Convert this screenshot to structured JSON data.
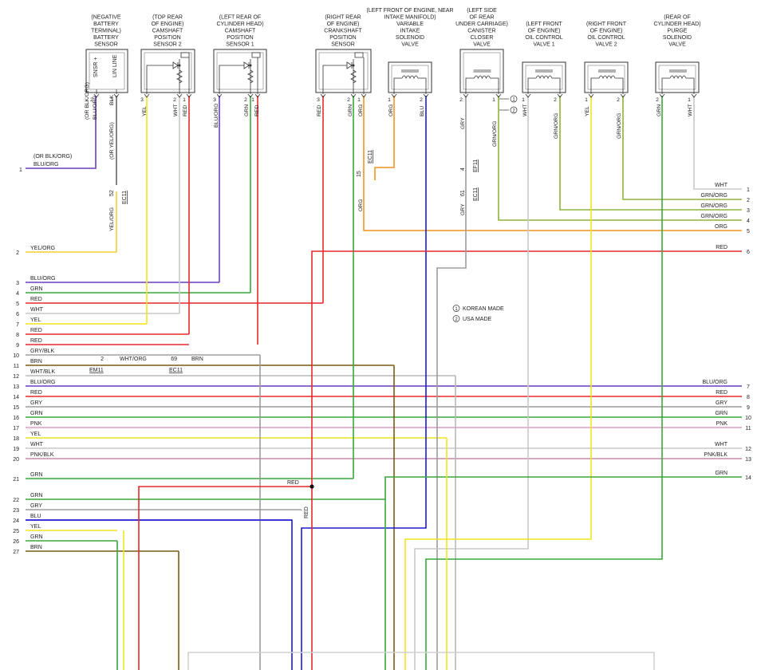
{
  "colors": {
    "RED": "#e8292b",
    "GRN": "#39a83a",
    "BLU": "#1c1cd6",
    "YEL": "#f0e41e",
    "WHT": "#c8c8c8",
    "GRY": "#9c9c9c",
    "ORG": "#f29420",
    "PNK": "#e39ac8",
    "BRN": "#7a5a12",
    "BLU/ORG": "#6a3fc0",
    "GRN/ORG": "#8fb43a",
    "GRY/BLK": "#a0a0a0",
    "WHT/BLK": "#b8b8b8",
    "YEL/ORG": "#f5cf2a",
    "PNK/BLK": "#c78aa8",
    "BLK": "#666666"
  },
  "components": [
    {
      "lines": [
        "(NEGATIVE",
        "BATTERY",
        "TERMINAL)",
        "BATTERY",
        "SENSOR"
      ],
      "pins": [
        "2",
        "1"
      ],
      "labels": [
        "SNSR +",
        "LIN LINE"
      ]
    },
    {
      "lines": [
        "(TOP REAR",
        "OF ENGINE)",
        "CAMSHAFT",
        "POSITION",
        "SENSOR 2"
      ],
      "pins": [
        "3",
        "2",
        "1"
      ]
    },
    {
      "lines": [
        "(LEFT REAR OF",
        "CYLINDER HEAD)",
        "CAMSHAFT",
        "POSITION",
        "SENSOR 1"
      ],
      "pins": [
        "3",
        "2",
        "1"
      ]
    },
    {
      "lines": [
        "(RIGHT REAR",
        "OF ENGINE)",
        "CRANKSHAFT",
        "POSITION",
        "SENSOR"
      ],
      "pins": [
        "3",
        "2",
        "1"
      ]
    },
    {
      "lines": [
        "(LEFT FRONT OF ENGINE, NEAR",
        "INTAKE MANIFOLD)",
        "VARIABLE",
        "INTAKE",
        "SOLENOID",
        "VALVE"
      ],
      "pins": [
        "1",
        "2"
      ]
    },
    {
      "lines": [
        "(LEFT SIDE",
        "OF REAR",
        "UNDER CARRIAGE)",
        "CANISTER",
        "CLOSER",
        "VALVE"
      ],
      "pins": [
        "2",
        "1"
      ]
    },
    {
      "lines": [
        "(LEFT FRONT",
        "OF ENGINE)",
        "OIL CONTROL",
        "VALVE 1"
      ],
      "pins": [
        "1",
        "2"
      ]
    },
    {
      "lines": [
        "(RIGHT FRONT",
        "OF ENGINE)",
        "OIL CONTROL",
        "VALVE 2"
      ],
      "pins": [
        "1",
        "2"
      ]
    },
    {
      "lines": [
        "(REAR OF",
        "CYLINDER HEAD)",
        "PURGE",
        "SOLENOID",
        "VALVE"
      ],
      "pins": [
        "2",
        "1"
      ]
    }
  ],
  "wire_labels": {
    "bs_pin2": "BLU/ORG",
    "bs_pin2_alt": "(OR BLK/ORG)",
    "bs_pin1": "BLK",
    "bs_pin1_alt": "(OR YEL/ORG)",
    "bs_pin1_lower": "YEL/ORG",
    "cam2": [
      "YEL",
      "WHT",
      "RED"
    ],
    "cam1": [
      "BLU/ORG",
      "GRN",
      "RED"
    ],
    "crank": [
      "RED",
      "GRN",
      "ORG"
    ],
    "vis": [
      "ORG",
      "BLU"
    ],
    "canister": [
      "GRY",
      "GRN/ORG"
    ],
    "ocv1": [
      "WHT",
      "GRN/ORG"
    ],
    "ocv2": [
      "YEL",
      "GRN/ORG"
    ],
    "purge": [
      "GRN",
      "WHT"
    ],
    "canister_lower": "GRY"
  },
  "connectors": {
    "ec11_a": {
      "pin": "52",
      "name": "EC11"
    },
    "ec11_b": {
      "pin": "15",
      "name": "EC11"
    },
    "ef11": {
      "pin": "4",
      "name": "EF11"
    },
    "ec11_c": {
      "pin": "61",
      "name": "EC11"
    },
    "em11": {
      "pin": "2",
      "name": "EM11"
    },
    "ec11_d": {
      "pin": "69",
      "name": "EC11"
    }
  },
  "notes": [
    {
      "num": "1",
      "text": "KOREAN MADE"
    },
    {
      "num": "2",
      "text": "USA MADE"
    }
  ],
  "top_left_wire": {
    "num": "1",
    "label_alt": "(OR BLK/ORG)",
    "label": "BLU/ORG"
  },
  "left_wires": [
    {
      "num": "2",
      "label": "YEL/ORG"
    },
    {
      "num": "3",
      "label": "BLU/ORG"
    },
    {
      "num": "4",
      "label": "GRN"
    },
    {
      "num": "5",
      "label": "RED"
    },
    {
      "num": "6",
      "label": "WHT"
    },
    {
      "num": "7",
      "label": "YEL"
    },
    {
      "num": "8",
      "label": "RED"
    },
    {
      "num": "9",
      "label": "RED"
    },
    {
      "num": "10",
      "label": "GRY/BLK"
    },
    {
      "num": "11",
      "label": "BRN"
    },
    {
      "num": "12",
      "label": "WHT/BLK"
    },
    {
      "num": "13",
      "label": "BLU/ORG"
    },
    {
      "num": "14",
      "label": "RED"
    },
    {
      "num": "15",
      "label": "GRY"
    },
    {
      "num": "16",
      "label": "GRN"
    },
    {
      "num": "17",
      "label": "PNK"
    },
    {
      "num": "18",
      "label": "YEL"
    },
    {
      "num": "19",
      "label": "WHT"
    },
    {
      "num": "20",
      "label": "PNK/BLK"
    },
    {
      "num": "21",
      "label": "GRN"
    },
    {
      "num": "22",
      "label": "GRN"
    },
    {
      "num": "23",
      "label": "GRY"
    },
    {
      "num": "24",
      "label": "BLU"
    },
    {
      "num": "25",
      "label": "YEL"
    },
    {
      "num": "26",
      "label": "GRN"
    },
    {
      "num": "27",
      "label": "BRN"
    }
  ],
  "right_wires": [
    {
      "num": "1",
      "label": "WHT"
    },
    {
      "num": "2",
      "label": "GRN/ORG"
    },
    {
      "num": "3",
      "label": "GRN/ORG"
    },
    {
      "num": "4",
      "label": "GRN/ORG"
    },
    {
      "num": "5",
      "label": "ORG"
    },
    {
      "num": "6",
      "label": "RED"
    },
    {
      "num": "7",
      "label": "BLU/ORG"
    },
    {
      "num": "8",
      "label": "RED"
    },
    {
      "num": "9",
      "label": "GRY"
    },
    {
      "num": "10",
      "label": "GRN"
    },
    {
      "num": "11",
      "label": "PNK"
    },
    {
      "num": "12",
      "label": "WHT"
    },
    {
      "num": "13",
      "label": "PNK/BLK"
    },
    {
      "num": "14",
      "label": "GRN"
    }
  ],
  "inline_labels": {
    "whtorg": "WHT/ORG",
    "brn": "BRN",
    "red_splice": "RED",
    "red_vertical": "RED"
  }
}
